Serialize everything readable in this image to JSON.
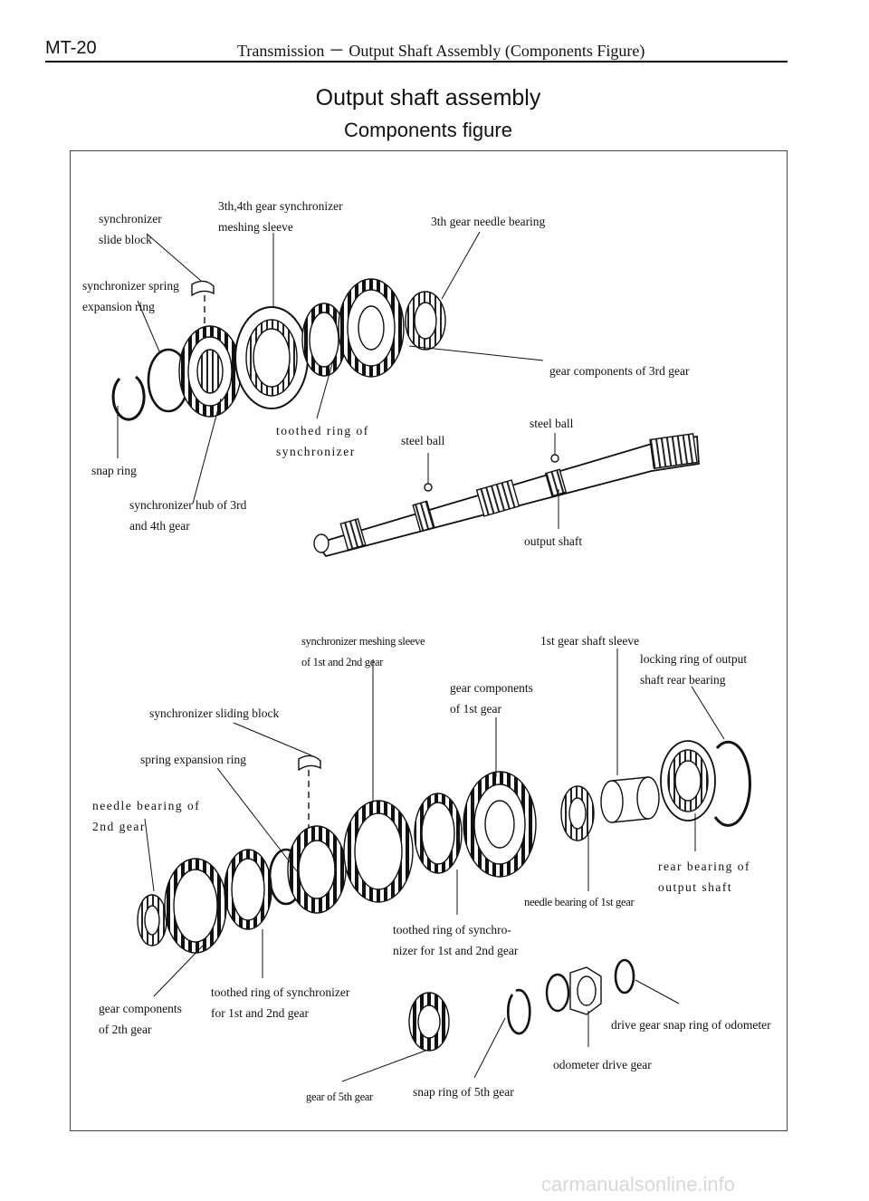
{
  "header": {
    "code": "MT-20",
    "title": "Transmission － Output Shaft Assembly (Components Figure)"
  },
  "title": "Output shaft assembly",
  "subtitle": "Components  figure",
  "labels": {
    "synchronizer_slide_block": "synchronizer\nslide block",
    "meshing_sleeve_34": "3th,4th gear synchronizer\nmeshing sleeve",
    "needle_bearing_3rd": "3th gear needle bearing",
    "spring_expansion_ring_top": "synchronizer spring\nexpansion ring",
    "gear_components_3rd": "gear components of 3rd gear",
    "toothed_ring_sync": "toothed ring of\nsynchronizer",
    "steel_ball_right": "steel ball",
    "steel_ball_left": "steel ball",
    "snap_ring": "snap ring",
    "sync_hub_34": "synchronizer hub of 3rd\nand 4th gear",
    "output_shaft": "output shaft",
    "sync_meshing_sleeve_12": "synchronizer meshing sleeve\nof 1st and 2nd gear",
    "first_gear_shaft_sleeve": "1st gear shaft sleeve",
    "locking_ring_rear": "locking ring of output\nshaft rear bearing",
    "gear_components_1st": "gear components\nof 1st gear",
    "sync_sliding_block": "synchronizer sliding block",
    "spring_expansion_ring": "spring expansion ring",
    "needle_bearing_2nd": "needle bearing of\n2nd gear",
    "rear_bearing": "rear bearing of\noutput shaft",
    "needle_bearing_1st": "needle bearing of 1st gear",
    "toothed_ring_synchro_12": "toothed ring of synchro-\nnizer for 1st and 2nd gear",
    "toothed_ring_sync_12": "toothed ring of synchronizer\nfor 1st and 2nd gear",
    "gear_components_2nd": "gear components\nof 2th gear",
    "drive_gear_snap_ring": "drive gear snap ring of odometer",
    "odometer_drive_gear": "odometer drive gear",
    "snap_ring_5th": "snap ring of 5th gear",
    "gear_5th": "gear of 5th gear"
  },
  "watermark": "carmanualsonline.info"
}
